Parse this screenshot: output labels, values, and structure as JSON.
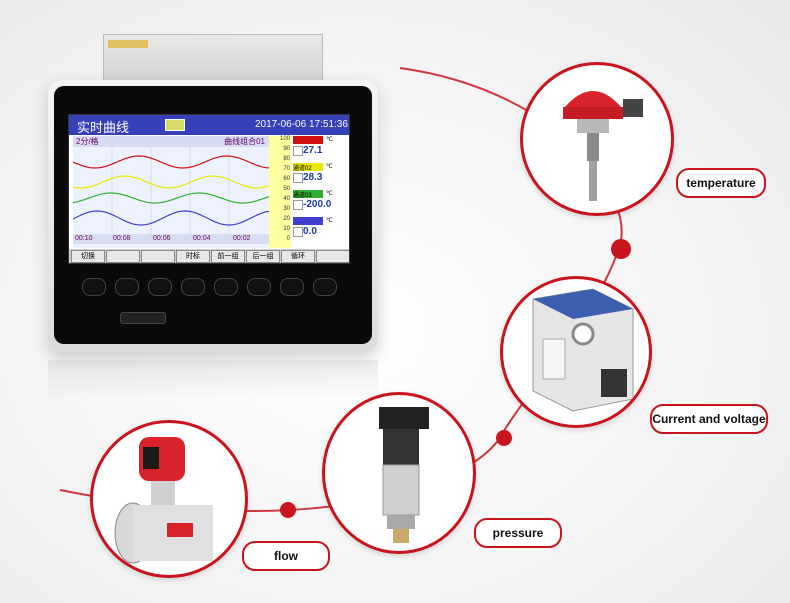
{
  "recorder": {
    "title": "实时曲线",
    "date": "2017-06-06",
    "time": "17:51:36",
    "interval": "2分/格",
    "group": "曲线组合01",
    "time_ticks": [
      "00:10",
      "00:08",
      "00:06",
      "00:04",
      "00:02"
    ],
    "scale_ticks": [
      "100",
      "90",
      "80",
      "70",
      "60",
      "50",
      "40",
      "30",
      "20",
      "10",
      "0"
    ],
    "channels": [
      {
        "tag": "",
        "unit": "℃",
        "value": "27.1",
        "color": "#d01010"
      },
      {
        "tag": "通道02",
        "unit": "℃",
        "value": "28.3",
        "color": "#e8e800"
      },
      {
        "tag": "通道03",
        "unit": "℃",
        "value": "-200.0",
        "color": "#30b030"
      },
      {
        "tag": "",
        "unit": "℃",
        "value": "0.0",
        "color": "#4040d0"
      }
    ],
    "softkeys": [
      "切换",
      "",
      "",
      "时标",
      "前一组",
      "后一组",
      "循环",
      ""
    ]
  },
  "labels": {
    "temperature": "temperature",
    "current_voltage": "Current and voltage",
    "pressure": "pressure",
    "flow": "flow"
  },
  "colors": {
    "accent": "#c8141c",
    "title_bar": "#3640b8"
  }
}
